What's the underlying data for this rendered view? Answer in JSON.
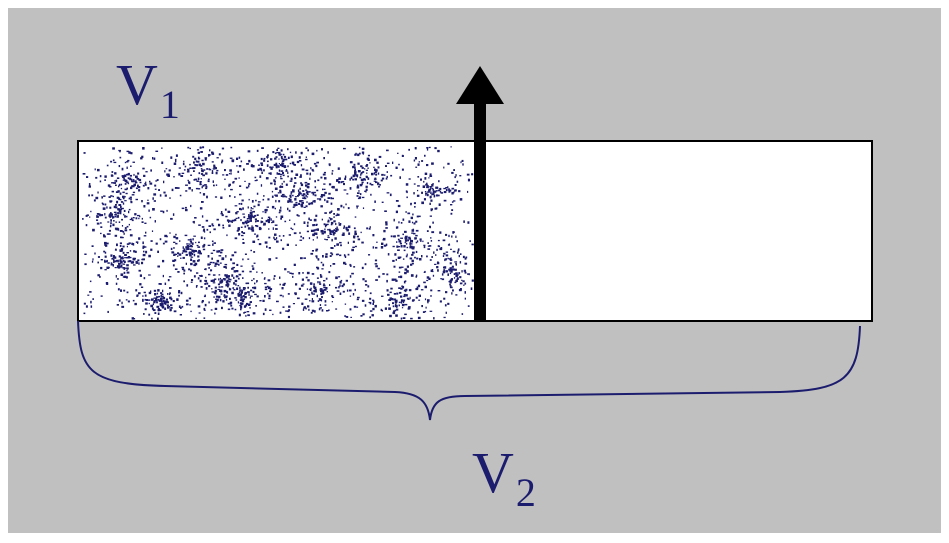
{
  "diagram": {
    "labels": {
      "v1": {
        "main": "V",
        "sub": "1"
      },
      "v2": {
        "main": "V",
        "sub": "2"
      }
    },
    "colors": {
      "frame": "#ffffff",
      "background": "#c0c0c0",
      "box_fill": "#ffffff",
      "box_stroke": "#000000",
      "particles": "#1c1c6e",
      "arrow": "#000000",
      "brace": "#1c1c6e",
      "label": "#1c1c6e"
    },
    "icons": {
      "arrow": "up-arrow-icon",
      "brace": "underbrace-icon"
    }
  }
}
